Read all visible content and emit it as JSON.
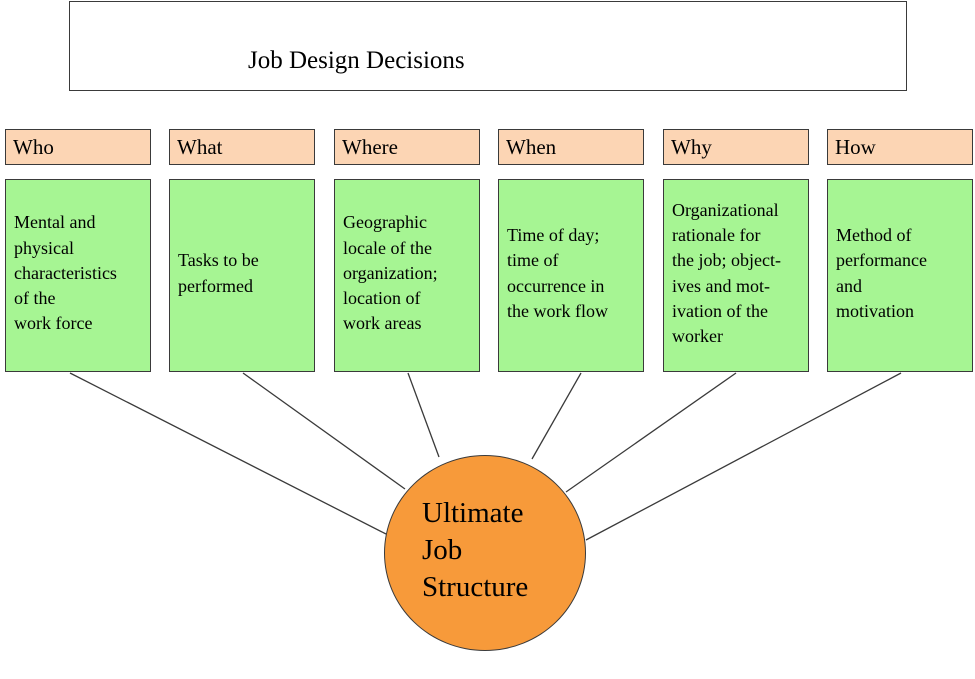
{
  "title": "Job Design Decisions",
  "colors": {
    "header_fill": "#fcd5b4",
    "body_fill": "#a6f593",
    "hub_fill": "#f79a3a",
    "line": "#3a3a3a"
  },
  "columns": [
    {
      "header": "Who",
      "text": "Mental and\nphysical\ncharacteristics\nof the\nwork force"
    },
    {
      "header": "What",
      "text": "Tasks to be\nperformed"
    },
    {
      "header": "Where",
      "text": "Geographic\nlocale of the\norganization;\nlocation of\nwork areas"
    },
    {
      "header": "When",
      "text": "Time of day;\ntime of\noccurrence in\nthe work flow"
    },
    {
      "header": "Why",
      "text": "Organizational\nrationale for\nthe job; object-\nives and mot-\nivation of the\nworker"
    },
    {
      "header": "How",
      "text": "Method of\nperformance\nand\nmotivation"
    }
  ],
  "hub": {
    "label": "Ultimate\nJob\nStructure"
  }
}
